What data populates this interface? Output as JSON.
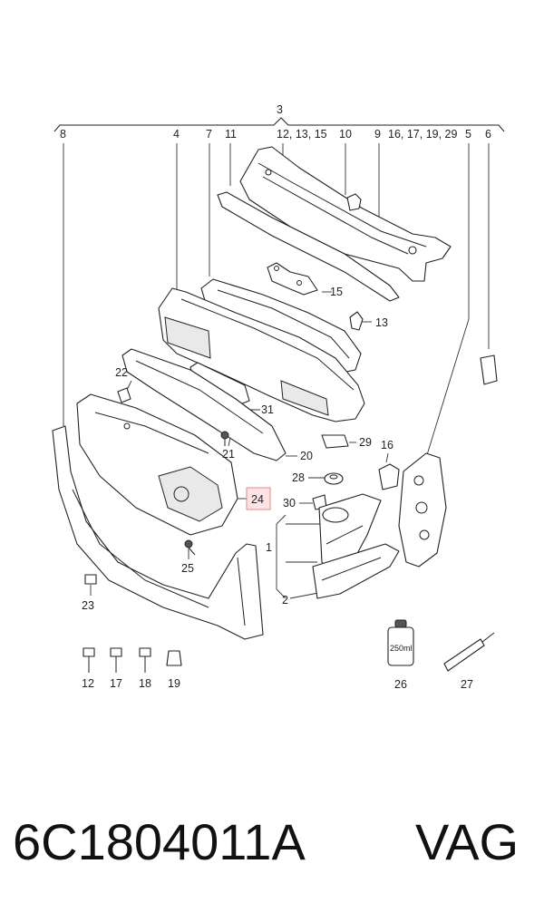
{
  "labels": {
    "l3": "3",
    "l8": "8",
    "l4": "4",
    "l7": "7",
    "l11": "11",
    "l12_13_15": "12, 13, 15",
    "l10": "10",
    "l9": "9",
    "l16_17_19_29": "16, 17, 19, 29",
    "l5": "5",
    "l6": "6",
    "l15": "15",
    "l13": "13",
    "l22": "22",
    "l31": "31",
    "l21": "21",
    "l29": "29",
    "l20": "20",
    "l16": "16",
    "l28": "28",
    "l24": "24",
    "l30": "30",
    "l1": "1",
    "l25": "25",
    "l2": "2",
    "l23": "23",
    "l12": "12",
    "l17": "17",
    "l18": "18",
    "l19": "19",
    "l26": "26",
    "l27": "27"
  },
  "can_label": "250ml",
  "highlight_color": "#e08a8a",
  "footer": {
    "part_number": "6C1804011A",
    "brand": "VAG"
  }
}
